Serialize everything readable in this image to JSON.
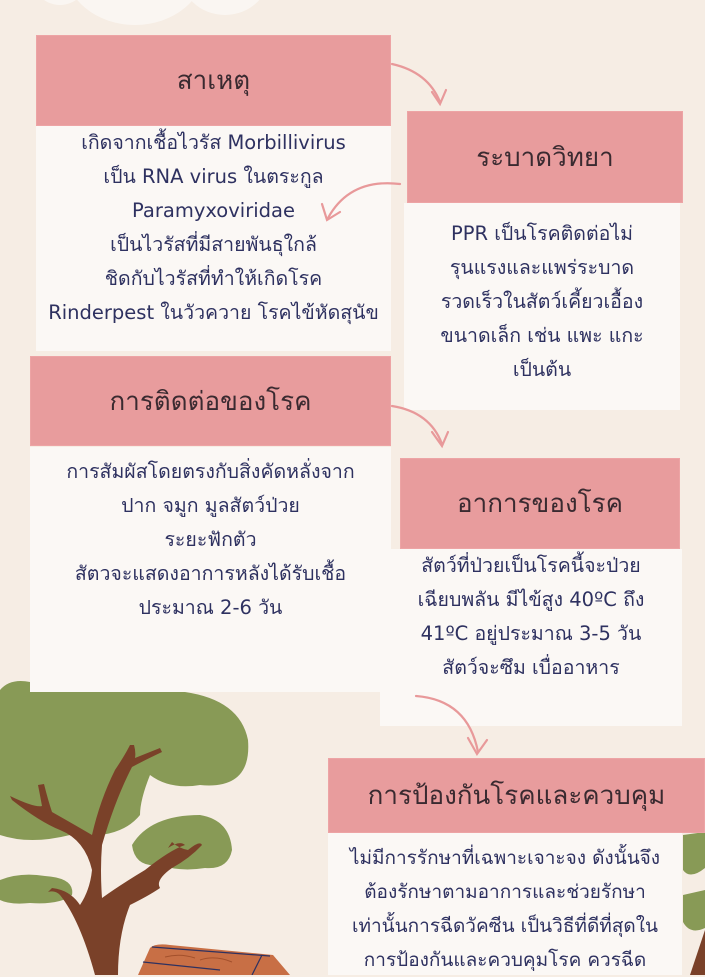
{
  "colors": {
    "background": "#f6ede4",
    "header_fill": "#e89c9d",
    "body_fill": "#fbf8f5",
    "text": "#2e3160",
    "header_text": "#3a2a30",
    "arrow": "#e8999a",
    "leaf_green": "#889a56",
    "trunk_brown": "#7a4129",
    "log_orange": "#c86f45"
  },
  "sections": {
    "cause": {
      "title": "สาเหตุ",
      "lines": [
        "เกิดจากเชื้อไวรัส Morbillivirus",
        "เป็น RNA virus ในตระกูล",
        "Paramyxoviridae",
        "เป็นไวรัสที่มีสายพันธุใกล้",
        "ชิดกับไวรัสที่ทำให้เกิดโรค",
        "Rinderpest ในวัวควาย โรคไข้หัดสุนัข"
      ]
    },
    "epidemiology": {
      "title": "ระบาดวิทยา",
      "lines": [
        "PPR เป็นโรคติดต่อไม่",
        "รุนแรงและแพร่ระบาด",
        "รวดเร็วในสัตว์เคี้ยวเอื้อง",
        "ขนาดเล็ก เช่น  แพะ แกะ",
        "เป็นต้น"
      ]
    },
    "transmission": {
      "title": "การติดต่อของโรค",
      "lines": [
        "การสัมผัสโดยตรงกับสิ่งคัดหลั่งจาก",
        "ปาก จมูก มูลสัตว์ป่วย",
        "ระยะฟักตัว",
        "สัตวจะแสดงอาการหลังได้รับเชื้อ",
        "ประมาณ 2-6 วัน"
      ]
    },
    "symptoms": {
      "title": "อาการของโรค",
      "lines": [
        "สัตว์ที่ป่วยเป็นโรคนี้จะป่วย",
        "เฉียบพลัน มีไข้สูง 40ºC ถึง",
        "41ºC อยู่ประมาณ 3-5 วัน",
        "สัตว์จะซึม เบื่ออาหาร"
      ]
    },
    "prevention": {
      "title": "การป้องกันโรคและควบคุม",
      "lines": [
        "ไม่มีการรักษาที่เฉพาะเจาะจง ดังนั้นจึง",
        "ต้องรักษาตามอาการและช่วยรักษา",
        "เท่านั้นการฉีดวัคซีน เป็นวิธีที่ดีที่สุดใน",
        "การป้องกันและควบคุมโรค ควรฉีด"
      ]
    }
  },
  "icons": {
    "arrows": [
      "curved-arrow-icon",
      "curved-arrow-icon",
      "curved-arrow-icon",
      "curved-arrow-icon"
    ],
    "illustrations": [
      "cloud-illustration",
      "tree-illustration",
      "log-illustration"
    ]
  }
}
